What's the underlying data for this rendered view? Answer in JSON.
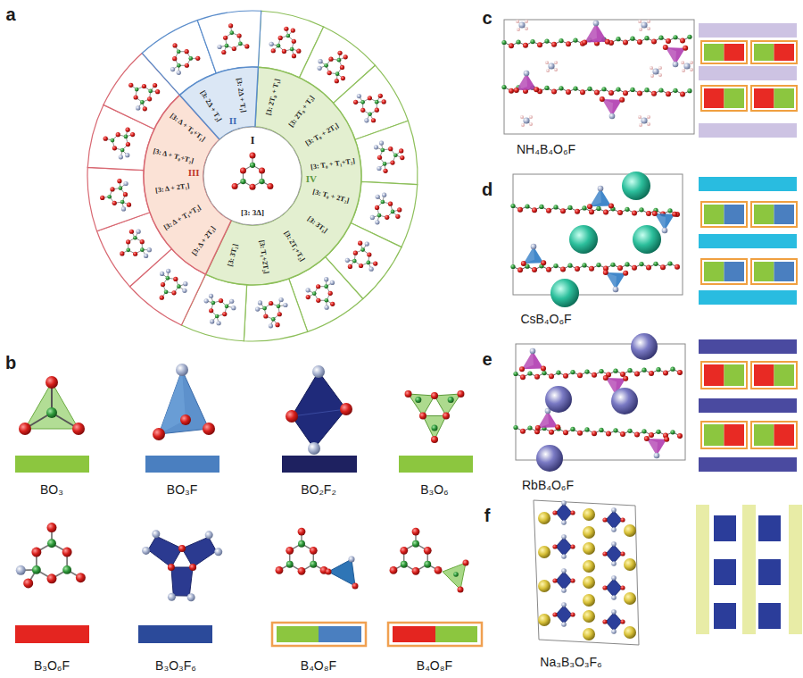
{
  "diagram": {
    "labels": [
      "a",
      "I",
      "[3: 3Δ]",
      "II",
      "III",
      "IV",
      "[3: 2T₀ + T₁]",
      "[3: 2T₀ + T₂]",
      "[3: T₀ + 2T₁]",
      "[3: T₀ + T₁+T₂]",
      "[3: T₀ + 2T₂]",
      "[3: 3T₁]",
      "[3: 2T₁+T₂]",
      "[3: T₁+2T₂]",
      "[3: 3T₂]",
      "[3: Δ + 2T₂]",
      "[3: Δ + T₁+T₂]",
      "[3: Δ + 2T₁]",
      "[3: Δ + T₀+T₂]",
      "[3: Δ + T₀+T₁]",
      "[3: 2Δ + T₂]",
      "[3: 2Δ + T₁]",
      "b",
      "BO₃",
      "BO₃F",
      "BO₂F₂",
      "B₃O₆",
      "B₃O₆F",
      "B₃O₃F₆",
      "B₄O₈F",
      "B₄O₈F",
      "c",
      "NH₄B₄O₆F",
      "d",
      "CsB₄O₆F",
      "e",
      "RbB₄O₆F",
      "f",
      "Na₃B₃O₃F₆"
    ]
  }
}
